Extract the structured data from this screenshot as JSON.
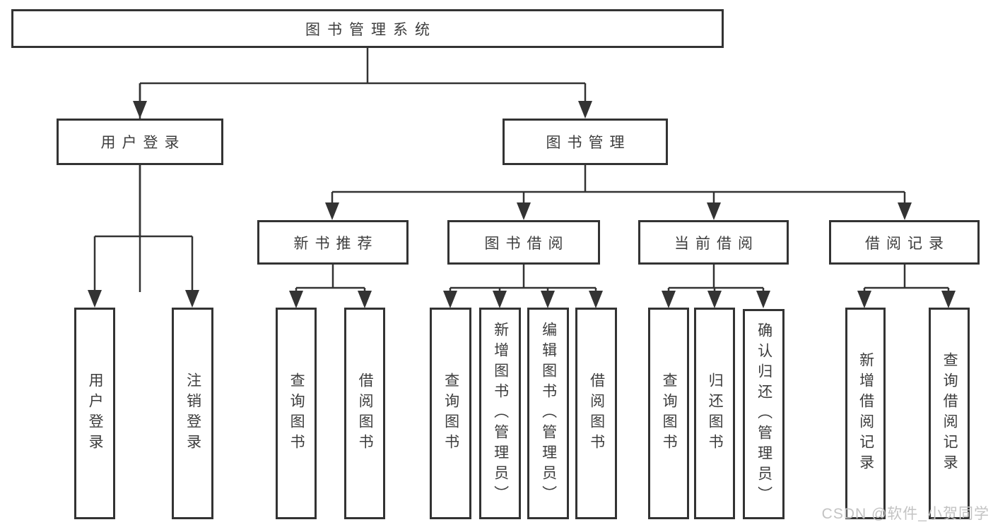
{
  "diagram": {
    "root": {
      "label": "图书管理系统"
    },
    "branches": [
      {
        "label": "用户登录",
        "leaves": [
          {
            "label": "用户登录"
          },
          {
            "label": "注销登录"
          }
        ]
      },
      {
        "label": "图书管理",
        "groups": [
          {
            "label": "新书推荐",
            "leaves": [
              {
                "label": "查询图书"
              },
              {
                "label": "借阅图书"
              }
            ]
          },
          {
            "label": "图书借阅",
            "leaves": [
              {
                "label": "查询图书"
              },
              {
                "label": "新增图书（管理员）"
              },
              {
                "label": "编辑图书（管理员）"
              },
              {
                "label": "借阅图书"
              }
            ]
          },
          {
            "label": "当前借阅",
            "leaves": [
              {
                "label": "查询图书"
              },
              {
                "label": "归还图书"
              },
              {
                "label": "确认归还（管理员）"
              }
            ]
          },
          {
            "label": "借阅记录",
            "leaves": [
              {
                "label": "新增借阅记录"
              },
              {
                "label": "查询借阅记录"
              }
            ]
          }
        ]
      }
    ]
  },
  "watermark": {
    "text": "CSDN @软件_小贺同学"
  },
  "colors": {
    "line": "#333333",
    "text": "#3d3d3d",
    "bg": "#ffffff",
    "watermark": "#c3c3c3"
  }
}
